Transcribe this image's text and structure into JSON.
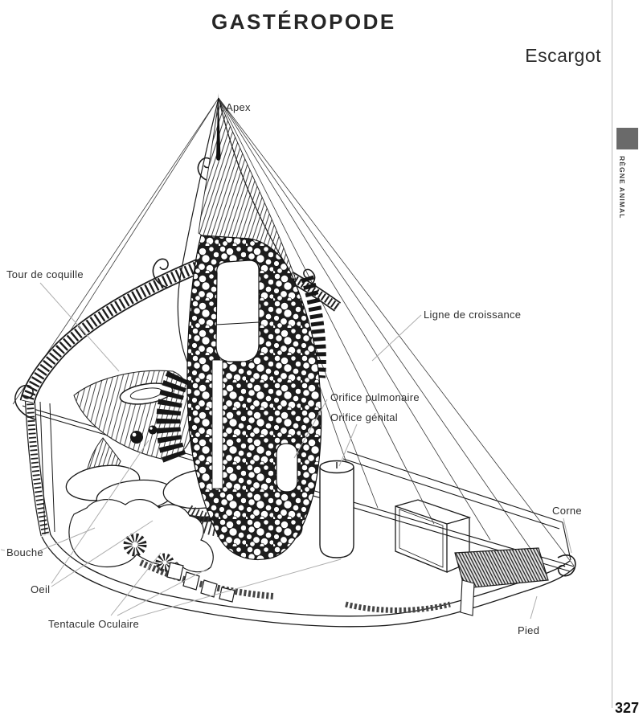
{
  "page": {
    "title": "GASTÉROPODE",
    "subtitle": "Escargot",
    "page_number": "327",
    "margin_tab": {
      "label": "RÈGNE ANIMAL",
      "square_color": "#6a6a6a"
    },
    "colors": {
      "paper": "#ffffff",
      "ink": "#1b1b1b",
      "leader_line": "#aeaeae",
      "rule": "#b9b9b9"
    }
  },
  "figure": {
    "subject": "escargot-anatomy-cutaway",
    "labels": [
      {
        "id": "apex",
        "text": "Apex"
      },
      {
        "id": "tour-de-coquille",
        "text": "Tour de coquille"
      },
      {
        "id": "ligne-de-croissance",
        "text": "Ligne de croissance"
      },
      {
        "id": "orifice-pulmonaire",
        "text": "Orifice pulmonaire"
      },
      {
        "id": "orifice-genital",
        "text": "Orifice génital"
      },
      {
        "id": "corne",
        "text": "Corne"
      },
      {
        "id": "bouche",
        "text": "Bouche"
      },
      {
        "id": "oeil",
        "text": "Oeil"
      },
      {
        "id": "tentacule-oculaire",
        "text": "Tentacule Oculaire"
      },
      {
        "id": "pied",
        "text": "Pied"
      }
    ]
  }
}
